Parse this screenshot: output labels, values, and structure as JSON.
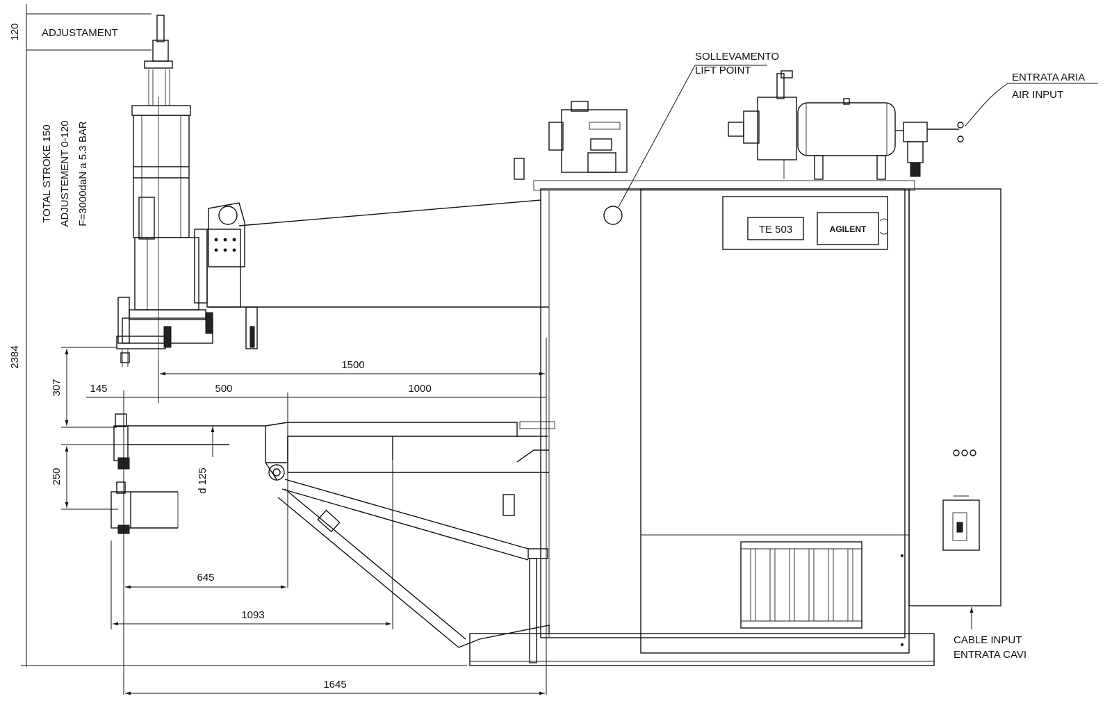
{
  "annotations": {
    "adjustament": "ADJUSTAMENT",
    "stroke_line1": "TOTAL STROKE 150",
    "stroke_line2": "ADJUSTEMENT 0-120",
    "stroke_line3": "F=3000daN a 5.3 BAR",
    "lift_it": "SOLLEVAMENTO",
    "lift_en": "LIFT POINT",
    "air_it": "ENTRATA ARIA",
    "air_en": "AIR INPUT",
    "cable_en": "CABLE INPUT",
    "cable_it": "ENTRATA CAVI"
  },
  "labels": {
    "model": "TE 503",
    "brand": "AGILENT"
  },
  "dimensions": {
    "d120": "120",
    "d2384": "2384",
    "d307": "307",
    "d250": "250",
    "d125": "d 125",
    "d145": "145",
    "d500": "500",
    "d1000": "1000",
    "d1500": "1500",
    "d645": "645",
    "d1093": "1093",
    "d1645": "1645"
  }
}
